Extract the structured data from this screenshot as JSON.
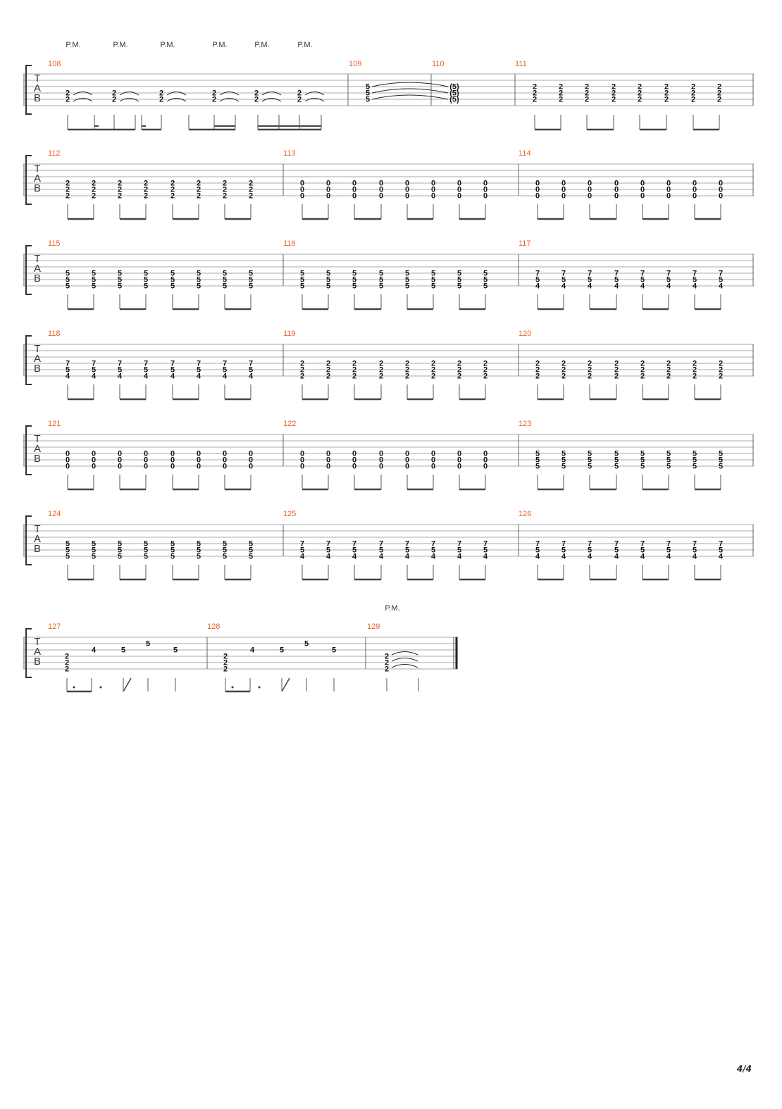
{
  "document": {
    "page_number": "4/4",
    "tab_clef": [
      "T",
      "A",
      "B"
    ],
    "palm_mute_label": "P.M."
  },
  "systems": [
    {
      "pm_count_top": 6,
      "measures": [
        {
          "number": "108",
          "beats": [
            [
              "",
              "",
              "",
              "2",
              "2",
              ""
            ],
            [
              "",
              "",
              "",
              "2",
              "2",
              ""
            ],
            [
              "",
              "",
              "",
              "2",
              "2",
              ""
            ],
            [
              "",
              "",
              "",
              "2",
              "2",
              ""
            ],
            [
              "",
              "",
              "",
              "2",
              "2",
              ""
            ],
            [
              "",
              "",
              "",
              "2",
              "2",
              ""
            ]
          ],
          "note": "palm-muted chords with ties"
        },
        {
          "number": "109",
          "beats": [
            [
              "",
              "",
              "5",
              "5",
              "5",
              ""
            ]
          ],
          "note": "tied into next measure"
        },
        {
          "number": "110",
          "beats": [
            [
              "",
              "",
              "(5)",
              "(5)",
              "(5)",
              ""
            ]
          ]
        },
        {
          "number": "111",
          "beats": [
            [
              "",
              "",
              "2",
              "2",
              "2",
              ""
            ],
            [
              "",
              "",
              "2",
              "2",
              "2",
              ""
            ],
            [
              "",
              "",
              "2",
              "2",
              "2",
              ""
            ],
            [
              "",
              "",
              "2",
              "2",
              "2",
              ""
            ],
            [
              "",
              "",
              "2",
              "2",
              "2",
              ""
            ],
            [
              "",
              "",
              "2",
              "2",
              "2",
              ""
            ],
            [
              "",
              "",
              "2",
              "2",
              "2",
              ""
            ],
            [
              "",
              "",
              "2",
              "2",
              "2",
              ""
            ]
          ]
        }
      ]
    },
    {
      "measures": [
        {
          "number": "112",
          "chord": [
            "",
            "",
            "",
            "2",
            "2",
            "2"
          ],
          "beats": 8
        },
        {
          "number": "113",
          "chord": [
            "",
            "",
            "",
            "0",
            "0",
            "0"
          ],
          "beats": 8
        },
        {
          "number": "114",
          "chord": [
            "",
            "",
            "",
            "0",
            "0",
            "0"
          ],
          "beats": 8
        }
      ]
    },
    {
      "measures": [
        {
          "number": "115",
          "chord": [
            "",
            "",
            "",
            "5",
            "5",
            "5"
          ],
          "beats": 8
        },
        {
          "number": "116",
          "chord": [
            "",
            "",
            "",
            "5",
            "5",
            "5"
          ],
          "beats": 8
        },
        {
          "number": "117",
          "chord": [
            "",
            "",
            "",
            "7",
            "5",
            "4"
          ],
          "beats": 8
        }
      ]
    },
    {
      "measures": [
        {
          "number": "118",
          "chord": [
            "",
            "",
            "",
            "7",
            "5",
            "4"
          ],
          "beats": 8
        },
        {
          "number": "119",
          "chord": [
            "",
            "",
            "",
            "2",
            "2",
            "2"
          ],
          "beats": 8
        },
        {
          "number": "120",
          "chord": [
            "",
            "",
            "",
            "2",
            "2",
            "2"
          ],
          "beats": 8
        }
      ]
    },
    {
      "measures": [
        {
          "number": "121",
          "chord": [
            "",
            "",
            "",
            "0",
            "0",
            "0"
          ],
          "beats": 8
        },
        {
          "number": "122",
          "chord": [
            "",
            "",
            "",
            "0",
            "0",
            "0"
          ],
          "beats": 8
        },
        {
          "number": "123",
          "chord": [
            "",
            "",
            "",
            "5",
            "5",
            "5"
          ],
          "beats": 8
        }
      ]
    },
    {
      "measures": [
        {
          "number": "124",
          "chord": [
            "",
            "",
            "",
            "5",
            "5",
            "5"
          ],
          "beats": 8
        },
        {
          "number": "125",
          "chord": [
            "",
            "",
            "",
            "7",
            "5",
            "4"
          ],
          "beats": 8
        },
        {
          "number": "126",
          "chord": [
            "",
            "",
            "",
            "7",
            "5",
            "4"
          ],
          "beats": 8
        }
      ]
    },
    {
      "measures": [
        {
          "number": "127",
          "riff": [
            [
              "2",
              "2",
              "2"
            ],
            "4",
            "5",
            "5",
            "5"
          ]
        },
        {
          "number": "128",
          "riff": [
            [
              "2",
              "2",
              "2"
            ],
            "4",
            "5",
            "5",
            "5"
          ]
        },
        {
          "number": "129",
          "riff": [
            [
              "2",
              "2",
              "2"
            ]
          ],
          "palm_mute": true
        }
      ]
    }
  ]
}
